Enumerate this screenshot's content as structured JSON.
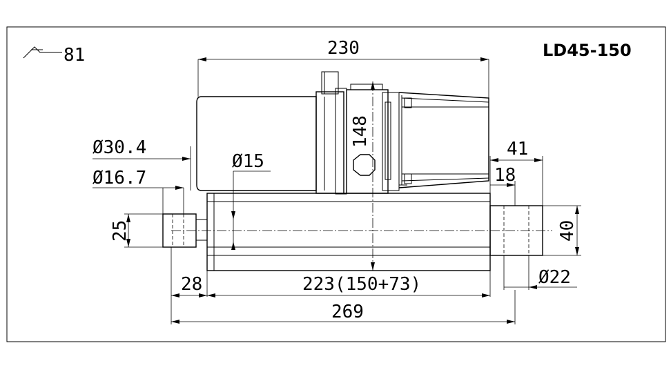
{
  "model": "LD45-150",
  "surface_symbol": "81",
  "dimensions": {
    "overall_top": "230",
    "vertical_148": "148",
    "dia_30_4": "Ø30.4",
    "dia_16_7": "Ø16.7",
    "dia_15": "Ø15",
    "dim_25": "25",
    "dim_41": "41",
    "dim_18": "18",
    "dim_40": "40",
    "dia_22": "Ø22",
    "dim_28": "28",
    "stroke_223": "223(150+73)",
    "overall_269": "269"
  }
}
